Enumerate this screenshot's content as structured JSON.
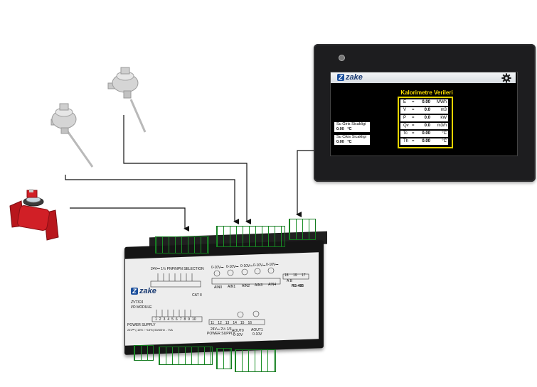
{
  "hmi": {
    "logo_text": "zake",
    "logo_mark": "Z",
    "title": "Kalorimetre Verileri",
    "rows": [
      {
        "sym": "E",
        "eq": "=",
        "value": "0.00",
        "unit": "MWh"
      },
      {
        "sym": "V",
        "eq": "=",
        "value": "0.0",
        "unit": "m3"
      },
      {
        "sym": "P",
        "eq": "=",
        "value": "0.0",
        "unit": "kW"
      },
      {
        "sym": "Qv",
        "eq": "=",
        "value": "0.0",
        "unit": "m3/h"
      },
      {
        "sym": "Tc",
        "eq": "=",
        "value": "0.00",
        "unit": "°C"
      },
      {
        "sym": "Th",
        "eq": "=",
        "value": "0.00",
        "unit": "°C"
      }
    ],
    "inlet": {
      "label": "Su Giris Sicakligi",
      "value": "0.00",
      "unit": "°C"
    },
    "outlet": {
      "label": "Su Cikis Sicakligi",
      "value": "0.00",
      "unit": "°C"
    },
    "icon": "gear-icon"
  },
  "module": {
    "logo_text": "zake",
    "logo_mark": "Z",
    "model": "ZVTIO1",
    "name": "I/O MODULE",
    "dip_label": "24V⎓ 1½ PNP/NPN SELECTION",
    "cat": "CAT II",
    "ain_top": [
      "0-10V⎓",
      "0-10V⎓",
      "0-10V⎓",
      "0-10V⎓",
      "0-10V⎓"
    ],
    "ain_labels": [
      "AIN0",
      "AIN1",
      "AIN2",
      "AIN3",
      "AIN4"
    ],
    "rs485": "RS-485",
    "rs485_ab": "A   B",
    "rs485_nums": [
      "18",
      "19",
      "17"
    ],
    "power_supply_left": "POWER SUPPLY",
    "power_supply_left_spec": "24V⎓ (-15% / +15%) 50/60Hz - 7VA",
    "power_supply_mid": "24V⎓ 2½ 1/3",
    "power_supply_mid_label": "POWER SUPPLY",
    "aout0": "AOUT0",
    "aout0_range": "0-10V",
    "aout1": "AOUT1",
    "aout1_range": "0-10V",
    "pin_nums_bottom": [
      "1",
      "2",
      "3",
      "4",
      "5",
      "6",
      "7",
      "8",
      "9",
      "10"
    ],
    "pin_nums_right": [
      "11",
      "12",
      "13",
      "14",
      "15",
      "16"
    ]
  },
  "colors": {
    "terminal_green": "#2fb03d",
    "hmi_accent": "#ffe000",
    "brand_blue": "#1b4f9c"
  }
}
